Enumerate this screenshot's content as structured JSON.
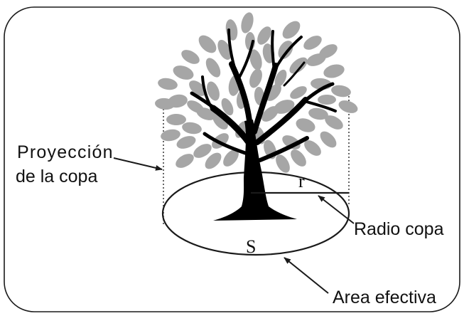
{
  "labels": {
    "crown_projection_line1": "Proyección",
    "crown_projection_line2": "de la copa",
    "radius_symbol": "r",
    "crown_radius": "Radio copa",
    "area_symbol": "S",
    "effective_area": "Area efectiva"
  },
  "colors": {
    "frame": "#1a1a1a",
    "trunk": "#000000",
    "leaf": "#a6a6a6",
    "line": "#1a1a1a",
    "dotted": "#333333"
  }
}
